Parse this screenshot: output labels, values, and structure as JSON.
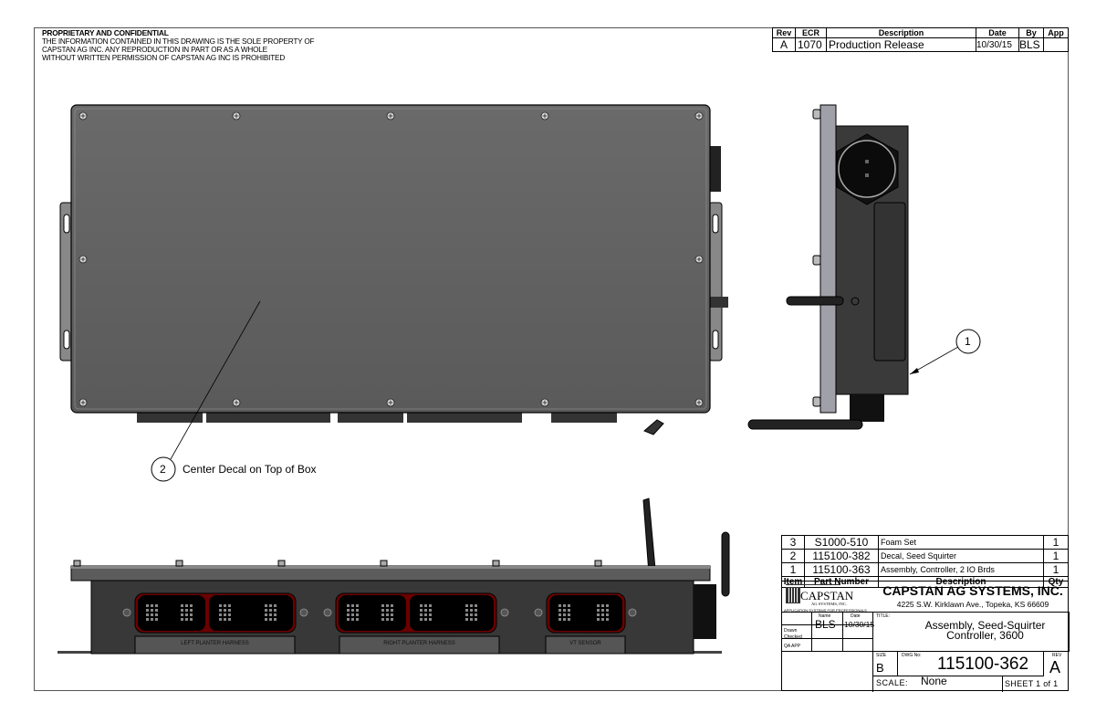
{
  "notice": {
    "heading": "PROPRIETARY AND CONFIDENTIAL",
    "lines": [
      "THE INFORMATION CONTAINED IN THIS DRAWING IS THE SOLE PROPERTY OF",
      "CAPSTAN AG INC. ANY REPRODUCTION IN PART OR AS A WHOLE",
      "WITHOUT WRITTEN PERMISSION OF CAPSTAN AG INC IS PROHIBITED"
    ]
  },
  "revisions": {
    "headers": [
      "Rev",
      "ECR",
      "Description",
      "Date",
      "By",
      "App"
    ],
    "rows": [
      [
        "A",
        "1070",
        "Production Release",
        "10/30/15",
        "BLS",
        ""
      ]
    ]
  },
  "callouts": [
    {
      "balloon": "2",
      "text": "Center Decal on Top of Box"
    },
    {
      "balloon": "1",
      "text": ""
    }
  ],
  "connector_labels": [
    "LEFT   PLANTER HARNESS",
    "RIGHT  PLANTER HARNESS",
    "VT SENSOR"
  ],
  "bom": {
    "headers": [
      "Item",
      "Part Number",
      "Description",
      "Qty"
    ],
    "rows": [
      [
        "3",
        "S1000-510",
        "Foam Set",
        "1"
      ],
      [
        "2",
        "115100-382",
        "Decal, Seed Squirter",
        "1"
      ],
      [
        "1",
        "115100-363",
        "Assembly, Controller, 2 IO Brds",
        "1"
      ]
    ]
  },
  "title_block": {
    "logo_name": "CAPSTAN",
    "logo_sub": "AG SYSTEMS, INC.",
    "logo_tagline": "APPLICATION SYSTEMS FOR PROFESSIONALS",
    "company": "CAPSTAN AG SYSTEMS, INC.",
    "address": "4225 S.W. Kirklawn Ave., Topeka, KS 66609",
    "name_label": "Name",
    "date_label": "Date",
    "drawn_label": "Drawn",
    "drawn_name": "BLS",
    "drawn_date": "10/30/15",
    "checked_label": "Checked",
    "qa_label": "QA APP",
    "title_label": "TITLE:",
    "title_line1": "Assembly, Seed-Squirter",
    "title_line2": "Controller, 3600",
    "size_label": "SIZE",
    "size": "B",
    "dwg_label": "DWG No:",
    "dwg_no": "115100-362",
    "rev_label": "REV",
    "rev": "A",
    "scale_label": "SCALE:",
    "scale": "None",
    "sheet": "SHEET 1 of 1"
  }
}
